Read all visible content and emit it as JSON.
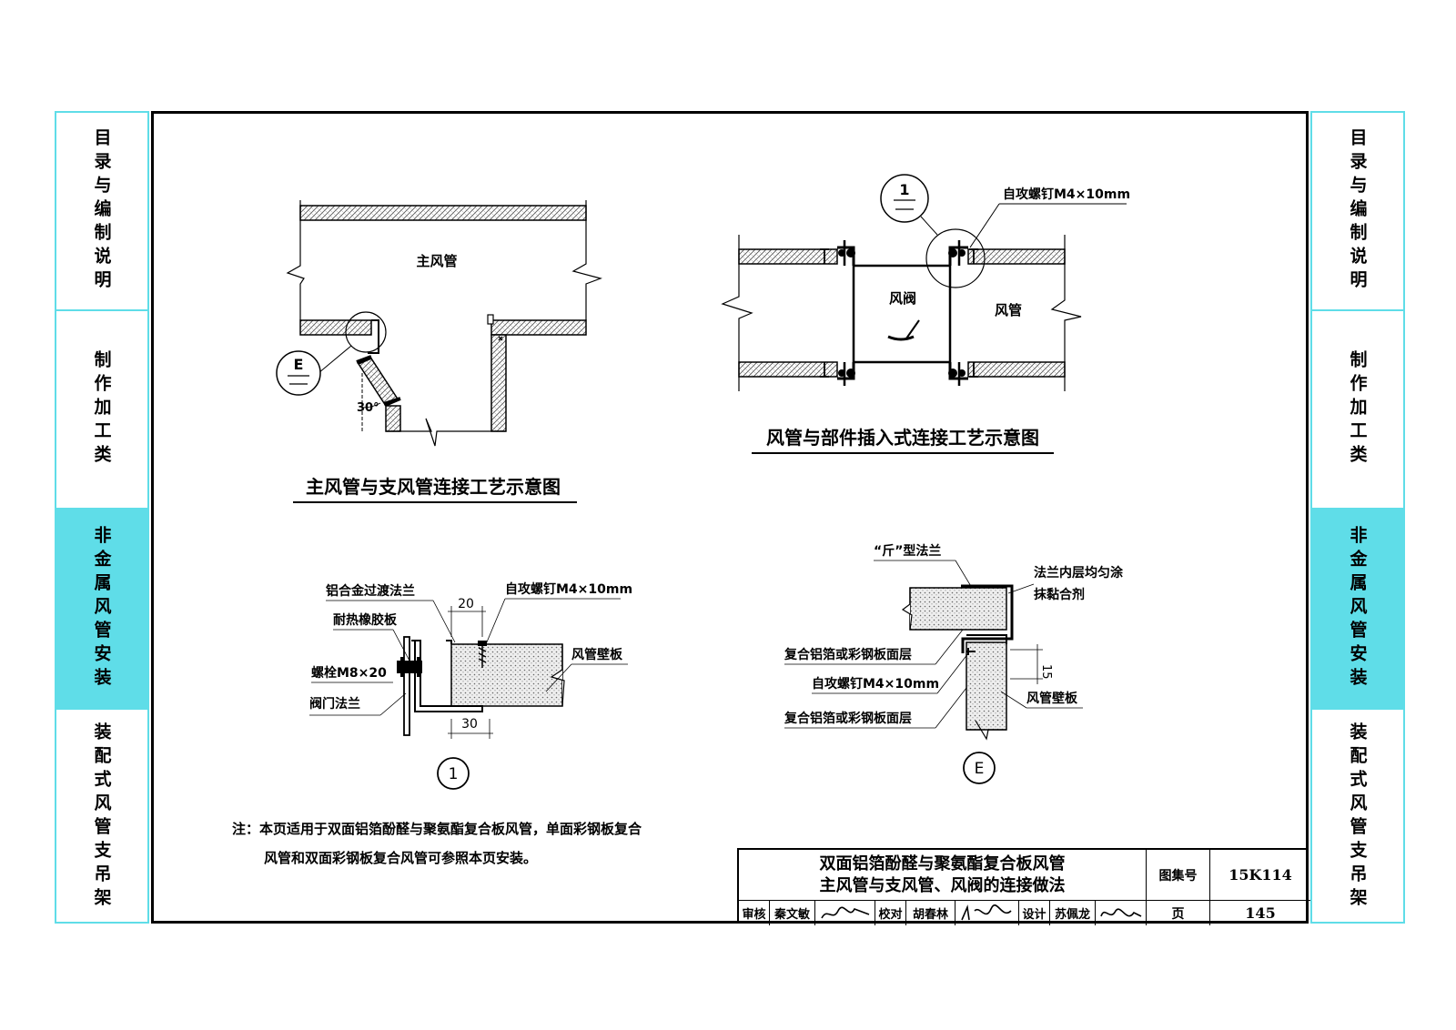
{
  "sidebar_tabs": [
    {
      "label": "目录与编制说明",
      "active": false
    },
    {
      "label": "制作加工类",
      "active": false
    },
    {
      "label": "非金属风管安装",
      "active": true
    },
    {
      "label": "装配式风管支吊架",
      "active": false
    }
  ],
  "colors": {
    "tab_border": "#5fdde8",
    "tab_active": "#5fdde8",
    "hatch": "#444444"
  },
  "diagram1": {
    "title": "主风管与支风管连接工艺示意图",
    "main_duct_label": "主风管",
    "angle_label": "30°",
    "callout_symbol": "E"
  },
  "diagram2": {
    "title": "风管与部件插入式连接工艺示意图",
    "damper_label": "风阀",
    "duct_label": "风管",
    "screw_label": "自攻螺钉M4×10mm",
    "callout_symbol": "1"
  },
  "detail1": {
    "symbol": "1",
    "labels": {
      "al_flange": "铝合金过渡法兰",
      "rubber": "耐热橡胶板",
      "bolt": "螺栓M8×20",
      "valve_flange": "阀门法兰",
      "screw": "自攻螺钉M4×10mm",
      "wall_panel": "风管壁板"
    },
    "dims": {
      "top": "20",
      "bottom": "30"
    }
  },
  "detailE": {
    "symbol": "E",
    "labels": {
      "flange_type": "“斤”型法兰",
      "adhesive_1": "法兰内层均匀涂",
      "adhesive_2": "抹黏合剂",
      "facing_1": "复合铝箔或彩钢板面层",
      "screw": "自攻螺钉M4×10mm",
      "facing_2": "复合铝箔或彩钢板面层",
      "wall_panel": "风管壁板"
    },
    "dim": "15"
  },
  "note": {
    "line1": "注：本页适用于双面铝箔酚醛与聚氨酯复合板风管，单面彩钢板复合",
    "line2": "风管和双面彩钢板复合风管可参照本页安装。"
  },
  "title_block": {
    "title_line1": "双面铝箔酚醛与聚氨酯复合板风管",
    "title_line2": "主风管与支风管、风阀的连接做法",
    "atlas_label": "图集号",
    "atlas_no": "15K114",
    "page_label": "页",
    "page_no": "145",
    "review_label": "审核",
    "reviewer": "秦文敏",
    "check_label": "校对",
    "checker": "胡春林",
    "design_label": "设计",
    "designer": "苏佩龙"
  }
}
